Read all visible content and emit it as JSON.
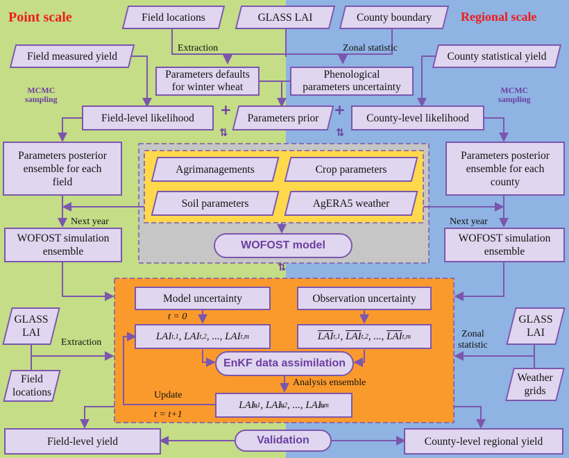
{
  "titles": {
    "point": "Point scale",
    "regional": "Regional scale"
  },
  "side_labels": {
    "mcmc_left": "MCMC\nsampling",
    "mcmc_right": "MCMC\nsampling"
  },
  "inputs": {
    "field_locations_top": "Field locations",
    "glass_lai_top": "GLASS LAI",
    "county_boundary": "County boundary",
    "field_measured_yield": "Field measured yield",
    "county_statistical_yield": "County statistical yield",
    "params_defaults": "Parameters defaults\nfor winter wheat",
    "pheno_uncertainty": "Phenological\nparameters uncertainty",
    "parameters_prior": "Parameters prior",
    "glass_lai_left": "GLASS\nLAI",
    "field_locations_left": "Field\nlocations",
    "glass_lai_right": "GLASS\nLAI",
    "weather_grids": "Weather\ngrids"
  },
  "process": {
    "field_likelihood": "Field-level likelihood",
    "county_likelihood": "County-level likelihood",
    "posterior_field": "Parameters posterior\nensemble for each\nfield",
    "posterior_county": "Parameters posterior\nensemble for each\ncounty",
    "wofost_ens_left": "WOFOST simulation\nensemble",
    "wofost_ens_right": "WOFOST simulation\nensemble",
    "model_uncertainty": "Model uncertainty",
    "observation_uncertainty": "Observation uncertainty",
    "field_yield": "Field-level yield",
    "county_yield": "County-level regional yield"
  },
  "wofost_inputs": {
    "agrimanagements": "Agrimanagements",
    "crop_parameters": "Crop parameters",
    "soil_parameters": "Soil parameters",
    "agera5_weather": "AgERA5 weather"
  },
  "models": {
    "wofost_model": "WOFOST model",
    "enkf": "EnKF data assimilation",
    "validation": "Validation"
  },
  "math": {
    "lai": "LAI",
    "t_index": "t,",
    "t_index_m": "t,m",
    "dots": "...",
    "analysis_sup": "a",
    "idx_1": "1",
    "idx_2": "2",
    "t0": "t = 0",
    "t_plus": "t = t+1"
  },
  "edge_labels": {
    "extraction_top": "Extraction",
    "zonal_top": "Zonal statistic",
    "next_year_left": "Next year",
    "next_year_right": "Next year",
    "extraction_left": "Extraction",
    "zonal_right": "Zonal\nstatistic",
    "analysis_ensemble": "Analysis ensemble",
    "update": "Update"
  },
  "symbols": {
    "plus": "+",
    "couple": "⇅"
  },
  "colors": {
    "left_bg": "#c4dd86",
    "right_bg": "#8fb3e3",
    "wofost_panel": "#c6c6c6",
    "inputs_panel": "#ffd84c",
    "enkf_panel": "#fb9a2c",
    "box_fill": "#e0d6ef",
    "box_stroke": "#7b56ad",
    "title_red": "#ee1c1c",
    "accent_purple": "#6b3fa0"
  }
}
